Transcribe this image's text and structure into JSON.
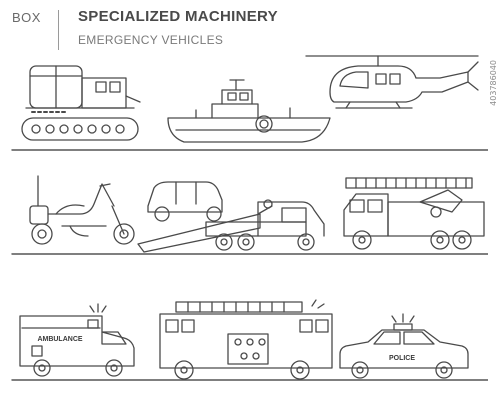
{
  "header": {
    "category": "BOX",
    "title": "SPECIALIZED MACHINERY",
    "subtitle": "EMERGENCY VEHICLES"
  },
  "vehicles": {
    "ambulance_label": "AMBULANCE",
    "police_label": "POLICE"
  },
  "watermark": {
    "stock_id": "403786040"
  },
  "colors": {
    "stroke": "#4a4a4a",
    "ground": "#555555",
    "background": "#ffffff"
  },
  "icons": [
    "snowcat-icon",
    "rescue-boat-icon",
    "helicopter-icon",
    "motorcycle-icon",
    "tow-truck-icon",
    "ladder-fire-truck-icon",
    "ambulance-icon",
    "fire-engine-icon",
    "police-car-icon"
  ]
}
